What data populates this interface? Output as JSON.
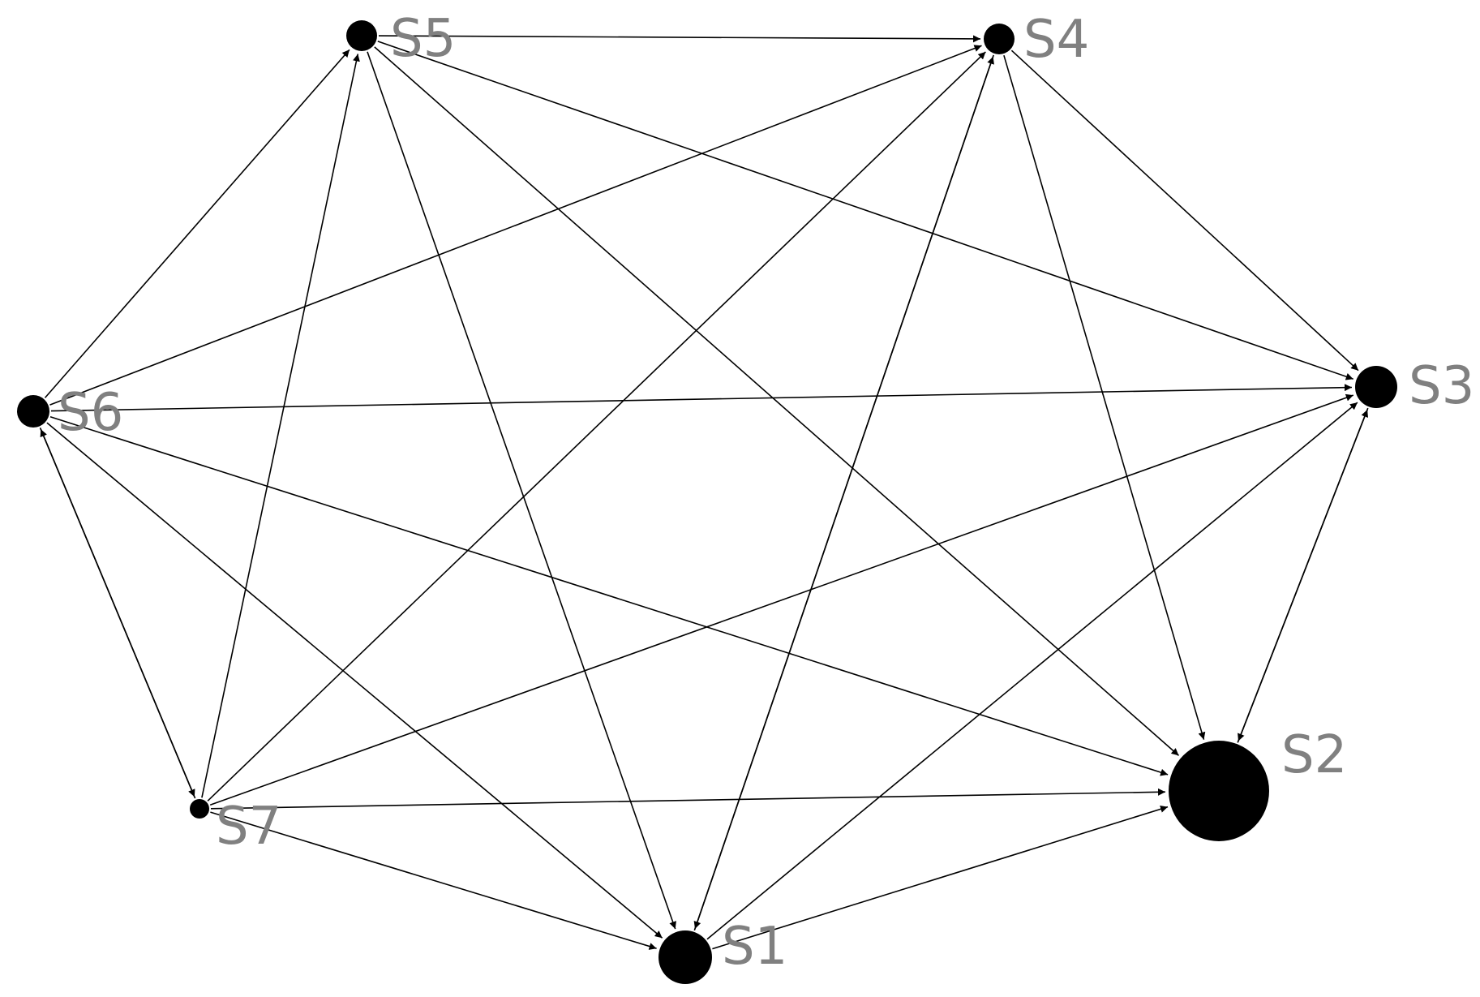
{
  "diagram": {
    "nodes": [
      {
        "id": "S1",
        "label": "S1"
      },
      {
        "id": "S2",
        "label": "S2"
      },
      {
        "id": "S3",
        "label": "S3"
      },
      {
        "id": "S4",
        "label": "S4"
      },
      {
        "id": "S5",
        "label": "S5"
      },
      {
        "id": "S6",
        "label": "S6"
      },
      {
        "id": "S7",
        "label": "S7"
      }
    ],
    "edges": [
      {
        "from": "S5",
        "to": "S4"
      },
      {
        "from": "S5",
        "to": "S3"
      },
      {
        "from": "S5",
        "to": "S2"
      },
      {
        "from": "S5",
        "to": "S1"
      },
      {
        "from": "S6",
        "to": "S5"
      },
      {
        "from": "S6",
        "to": "S4"
      },
      {
        "from": "S6",
        "to": "S3"
      },
      {
        "from": "S6",
        "to": "S2"
      },
      {
        "from": "S6",
        "to": "S1"
      },
      {
        "from": "S6",
        "to": "S7"
      },
      {
        "from": "S7",
        "to": "S6"
      },
      {
        "from": "S7",
        "to": "S5"
      },
      {
        "from": "S7",
        "to": "S4"
      },
      {
        "from": "S7",
        "to": "S3"
      },
      {
        "from": "S7",
        "to": "S2"
      },
      {
        "from": "S7",
        "to": "S1"
      },
      {
        "from": "S4",
        "to": "S3"
      },
      {
        "from": "S4",
        "to": "S2"
      },
      {
        "from": "S4",
        "to": "S1"
      },
      {
        "from": "S1",
        "to": "S4"
      },
      {
        "from": "S1",
        "to": "S3"
      },
      {
        "from": "S1",
        "to": "S2"
      },
      {
        "from": "S3",
        "to": "S2"
      },
      {
        "from": "S2",
        "to": "S3"
      }
    ],
    "colors": {
      "node": "#000000",
      "edge": "#000000",
      "label": "#808080"
    }
  }
}
